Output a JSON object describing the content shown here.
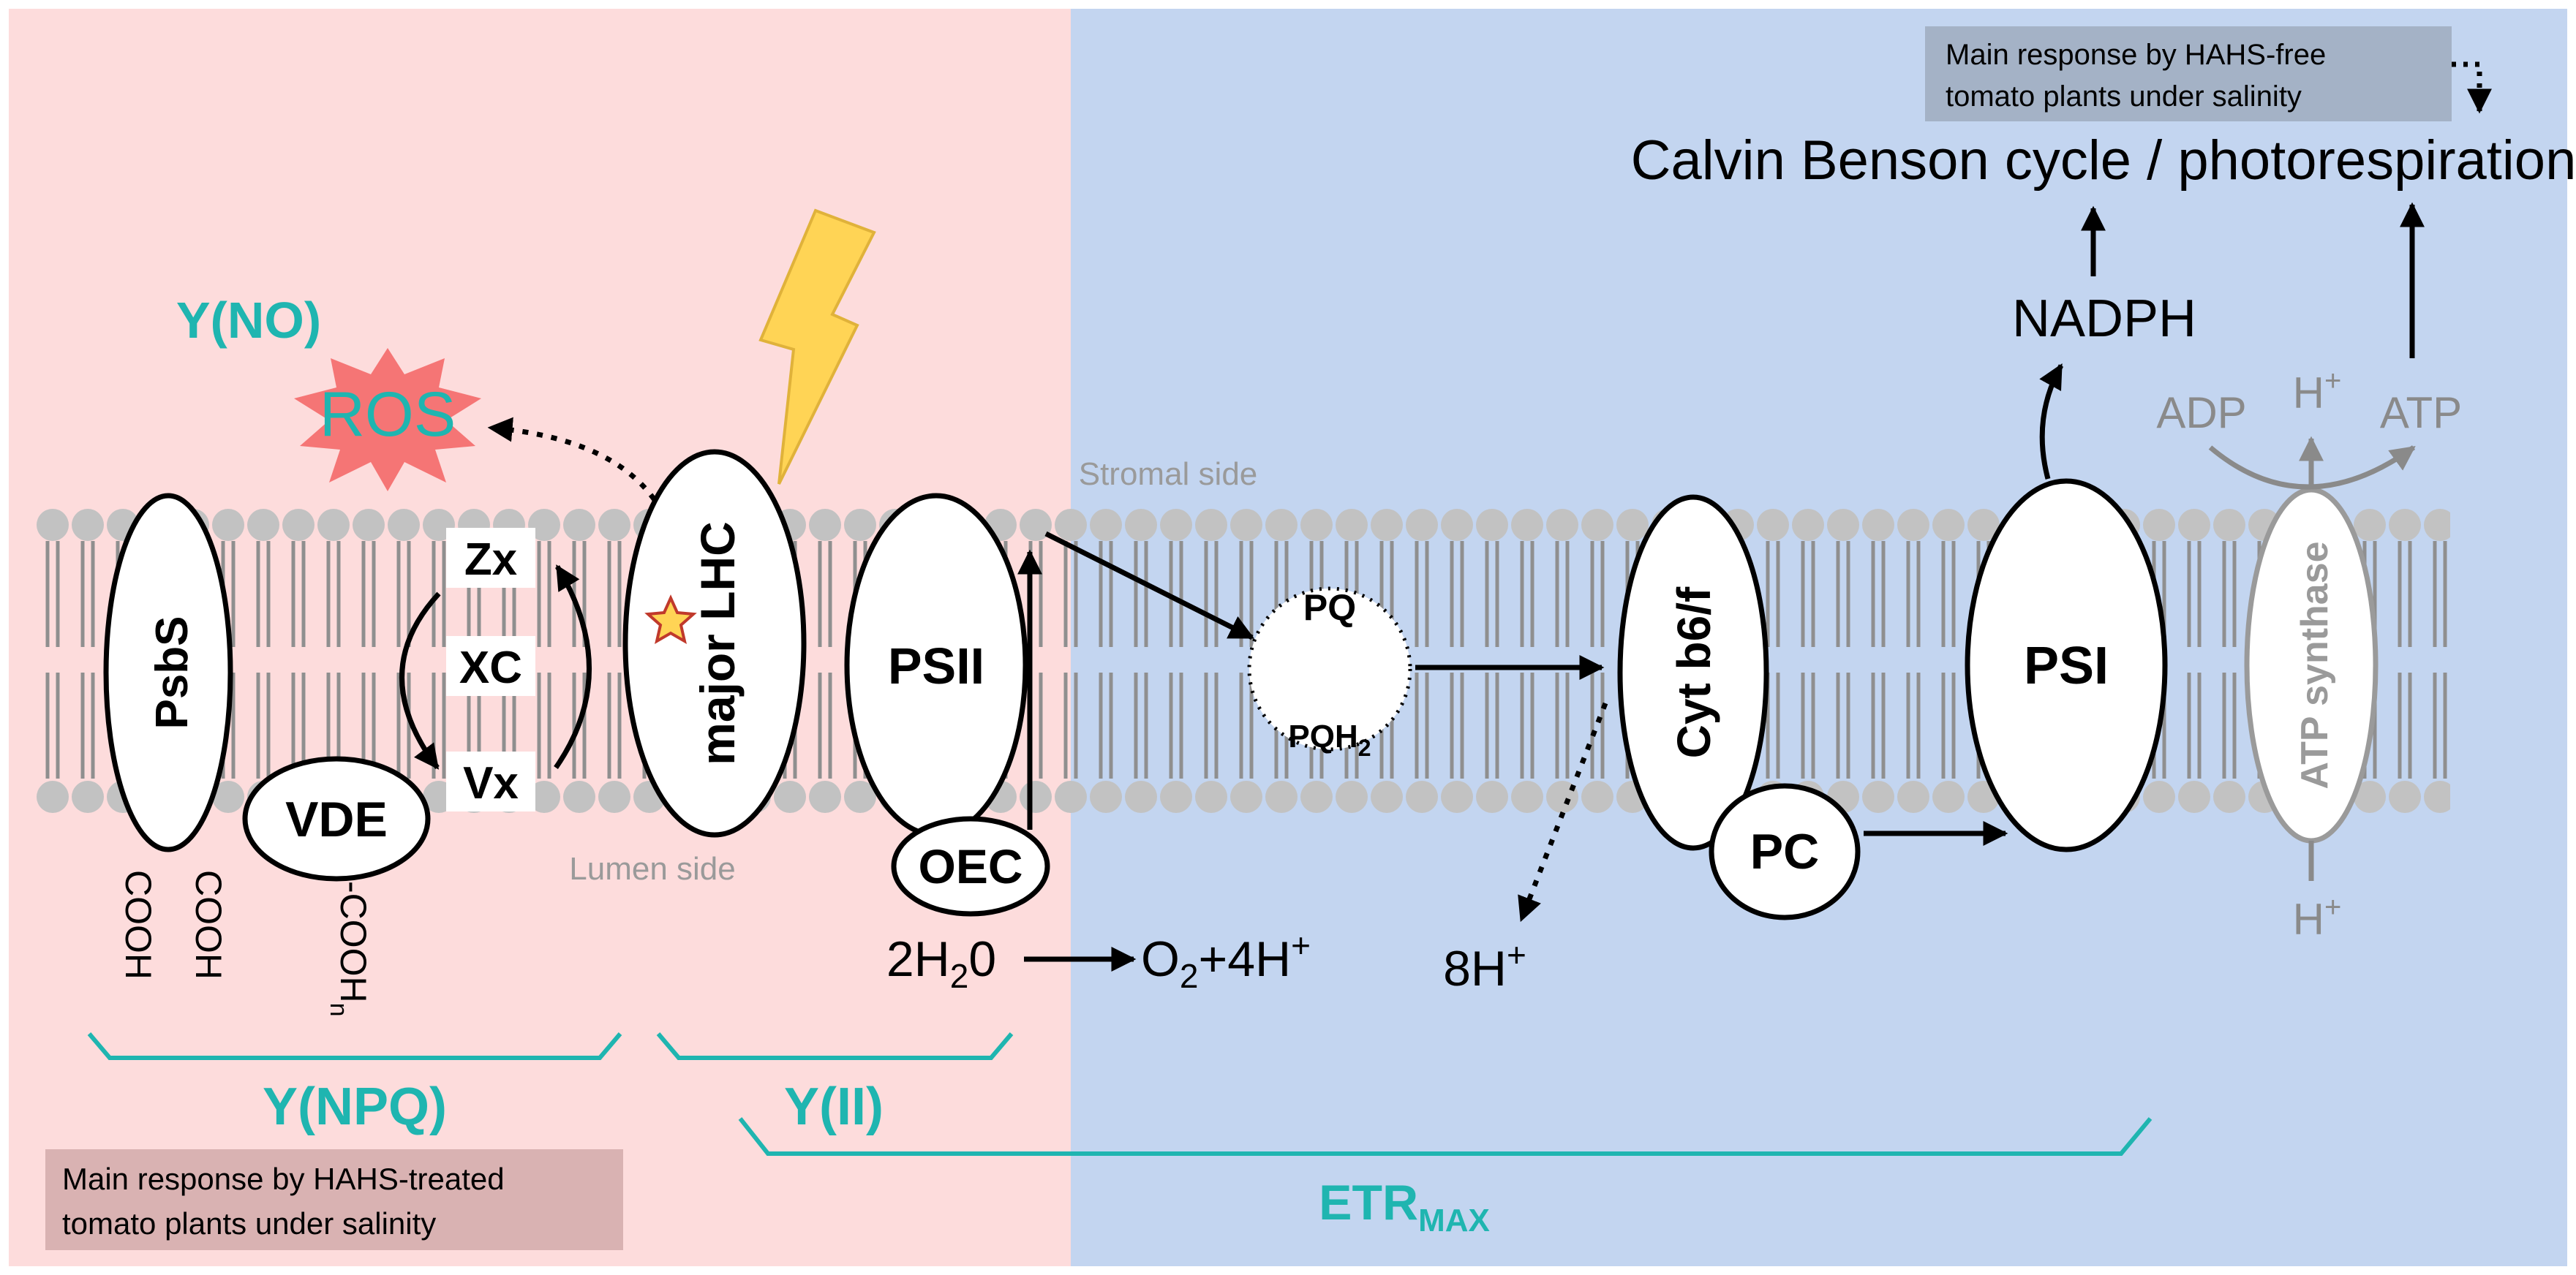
{
  "labels": {
    "y_no": "Y(NO)",
    "ros": "ROS",
    "psbs": "PsbS",
    "vde": "VDE",
    "zx": "Zx",
    "xc": "XC",
    "vx": "Vx",
    "cooh": "COOH",
    "vde_cooh": "-COOH",
    "vde_cooh_sub": "n",
    "major_lhc": "major LHC",
    "psii": "PSII",
    "oec": "OEC",
    "lumen_side": "Lumen side",
    "stromal_side": "Stromal side",
    "water": "2H",
    "water_sub": "2",
    "water_end": "0",
    "oxygen": "O",
    "oxygen_sub": "2",
    "oxygen_mid": "+4H",
    "oxygen_sup": "+",
    "pq": "PQ",
    "pqh2": "PQH",
    "pqh2_sub": "2",
    "cyt": "Cyt b6/f",
    "eight_h": "8H",
    "eight_h_sup": "+",
    "pc": "PC",
    "psi": "PSI",
    "nadph": "NADPH",
    "calvin": "Calvin Benson cycle / photorespiration",
    "adp": "ADP",
    "atp": "ATP",
    "h_top": "H",
    "h_top_sup": "+",
    "h_bottom": "H",
    "h_bottom_sup": "+",
    "atp_synthase": "ATP synthase",
    "y_npq": "Y(NPQ)",
    "y_ii": "Y(II)",
    "etr": "ETR",
    "etr_sub": "MAX"
  },
  "notes": {
    "treated_line1": "Main response by HAHS-treated",
    "treated_line2": "tomato plants under salinity",
    "free_line1": "Main response by HAHS-free",
    "free_line2": "tomato plants under salinity"
  },
  "colors": {
    "lumen_panel_bg": "#fddcdc",
    "stroma_panel_bg": "#c3d5f0",
    "teal_label": "#1fb5b0",
    "ros_burst": "#f57575",
    "lightning": "#ffd455",
    "membrane_gray": "#c2c2c2",
    "atp_synthase_gray": "#9a9a9a",
    "note_treated_bg": "#d9b2b2",
    "note_free_bg": "#a4b2c6"
  }
}
